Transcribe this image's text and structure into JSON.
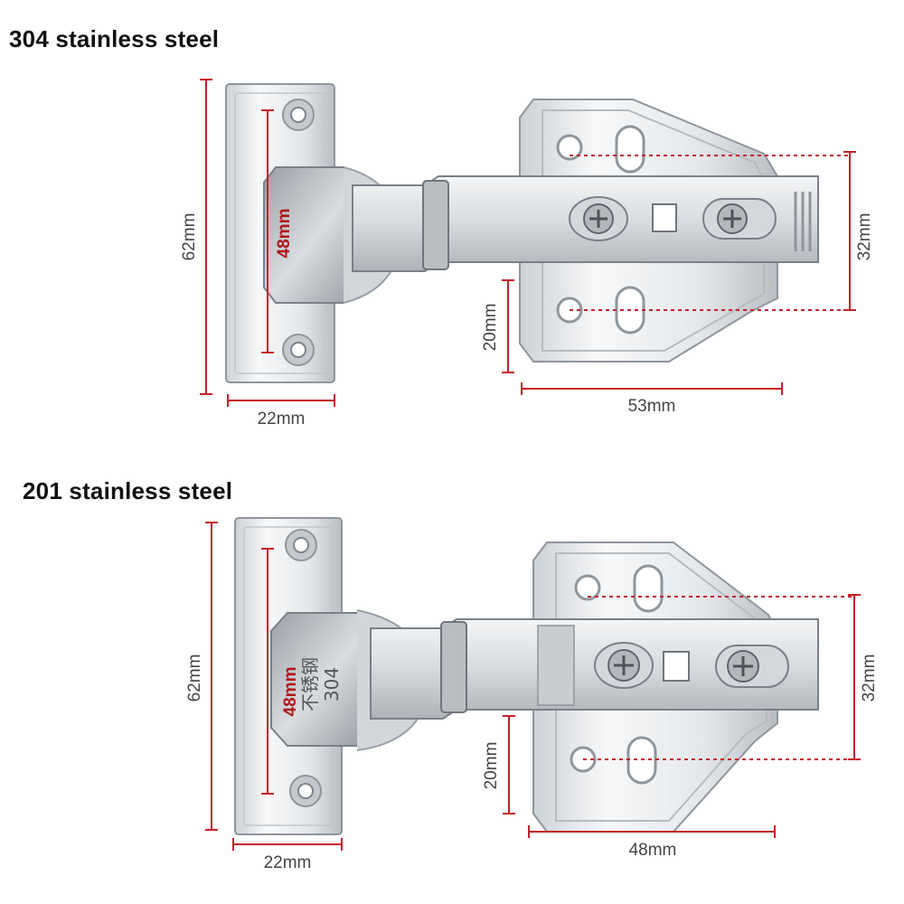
{
  "sections": [
    {
      "title": "304 stainless steel",
      "dimensions": {
        "plate_height": "62mm",
        "hole_spacing": "48mm",
        "plate_width": "22mm",
        "mount_hole_spacing": "32mm",
        "mount_offset": "20mm",
        "arm_length": "53mm"
      }
    },
    {
      "title": "201 stainless steel",
      "dimensions": {
        "plate_height": "62mm",
        "hole_spacing": "48mm",
        "plate_width": "22mm",
        "mount_hole_spacing": "32mm",
        "mount_offset": "20mm",
        "arm_length": "48mm"
      },
      "cup_stamp": [
        "不锈钢",
        "304"
      ]
    }
  ],
  "colors": {
    "dimension_line": "#c4202a",
    "guide_line": "#c4202a",
    "metal_light": "#eef0f2",
    "metal_dark": "#8f959b"
  }
}
